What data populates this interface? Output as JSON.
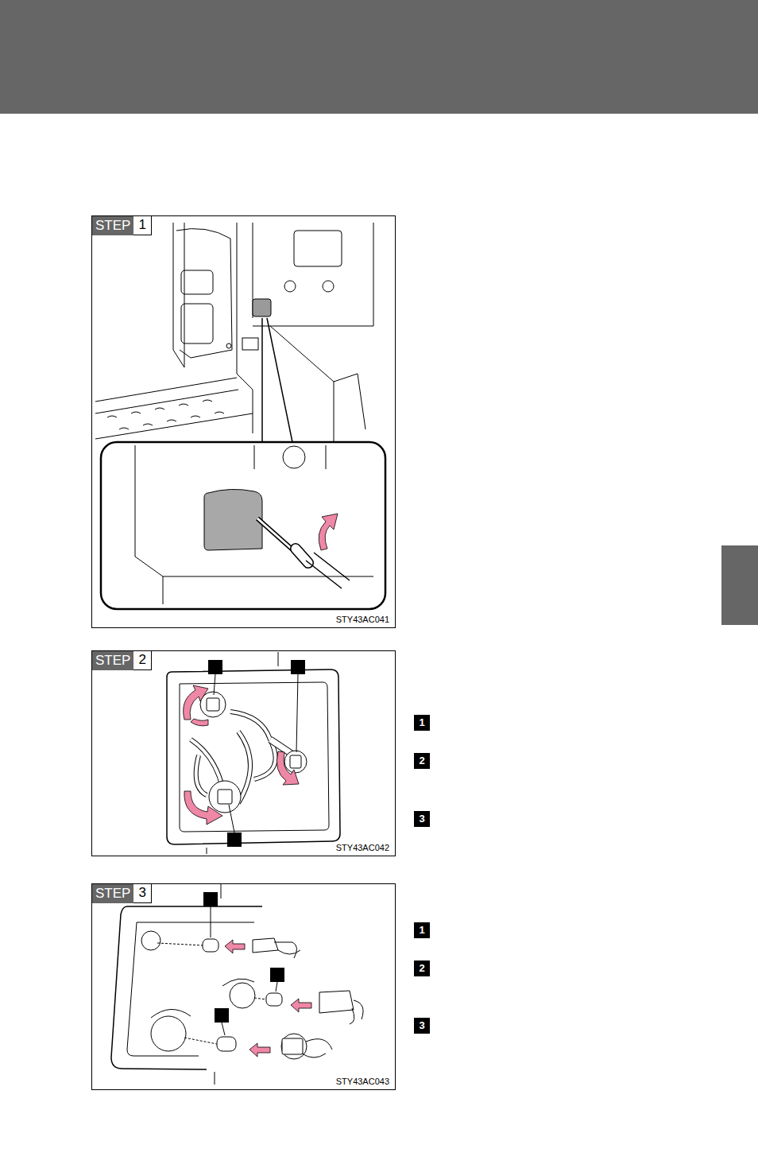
{
  "diagram": {
    "nodes": [
      {
        "text": [
          "STEP",
          "1",
          "STY43AC041"
        ]
      },
      {
        "text": [
          "STEP",
          "2",
          "STY43AC042"
        ]
      },
      {
        "text": [
          "STEP",
          "3",
          "STY43AC043"
        ]
      }
    ],
    "labels": [
      "1",
      "2",
      "3",
      "1",
      "2",
      "3"
    ]
  }
}
